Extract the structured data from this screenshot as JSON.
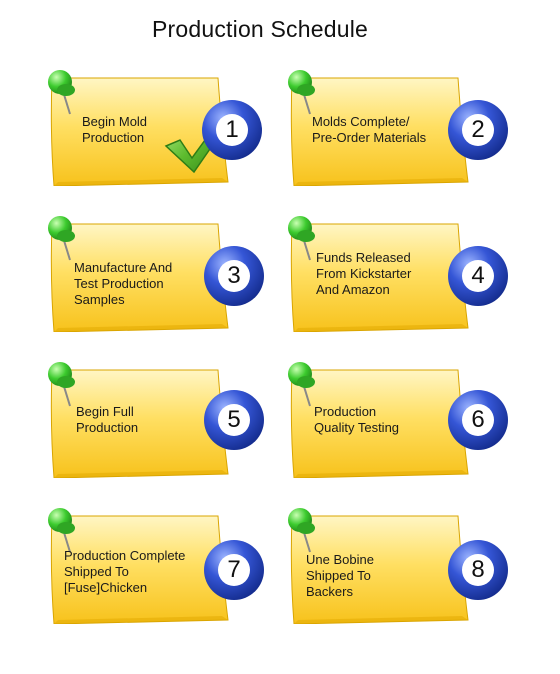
{
  "title": "Production Schedule",
  "steps": [
    {
      "number": "1",
      "line1": "Begin Mold",
      "line2": "Production",
      "line3": "",
      "status": "complete"
    },
    {
      "number": "2",
      "line1": "Molds Complete/",
      "line2": "Pre-Order Materials",
      "line3": "",
      "status": "pending"
    },
    {
      "number": "3",
      "line1": "Manufacture And",
      "line2": "Test Production",
      "line3": "Samples",
      "status": "pending"
    },
    {
      "number": "4",
      "line1": "Funds Released",
      "line2": "From Kickstarter",
      "line3": "And Amazon",
      "status": "pending"
    },
    {
      "number": "5",
      "line1": "Begin Full",
      "line2": "Production",
      "line3": "",
      "status": "pending"
    },
    {
      "number": "6",
      "line1": "Production",
      "line2": "Quality Testing",
      "line3": "",
      "status": "pending"
    },
    {
      "number": "7",
      "line1": "Production Complete",
      "line2": "Shipped To",
      "line3": "[Fuse]Chicken",
      "status": "pending"
    },
    {
      "number": "8",
      "line1": "Une Bobine",
      "line2": "Shipped To",
      "line3": "Backers",
      "status": "pending"
    }
  ],
  "colors": {
    "note": "#FFD84A",
    "note_light": "#FFF3B8",
    "ball": "#2E4FC9",
    "pin": "#33C32A",
    "check": "#4FAF2A"
  }
}
